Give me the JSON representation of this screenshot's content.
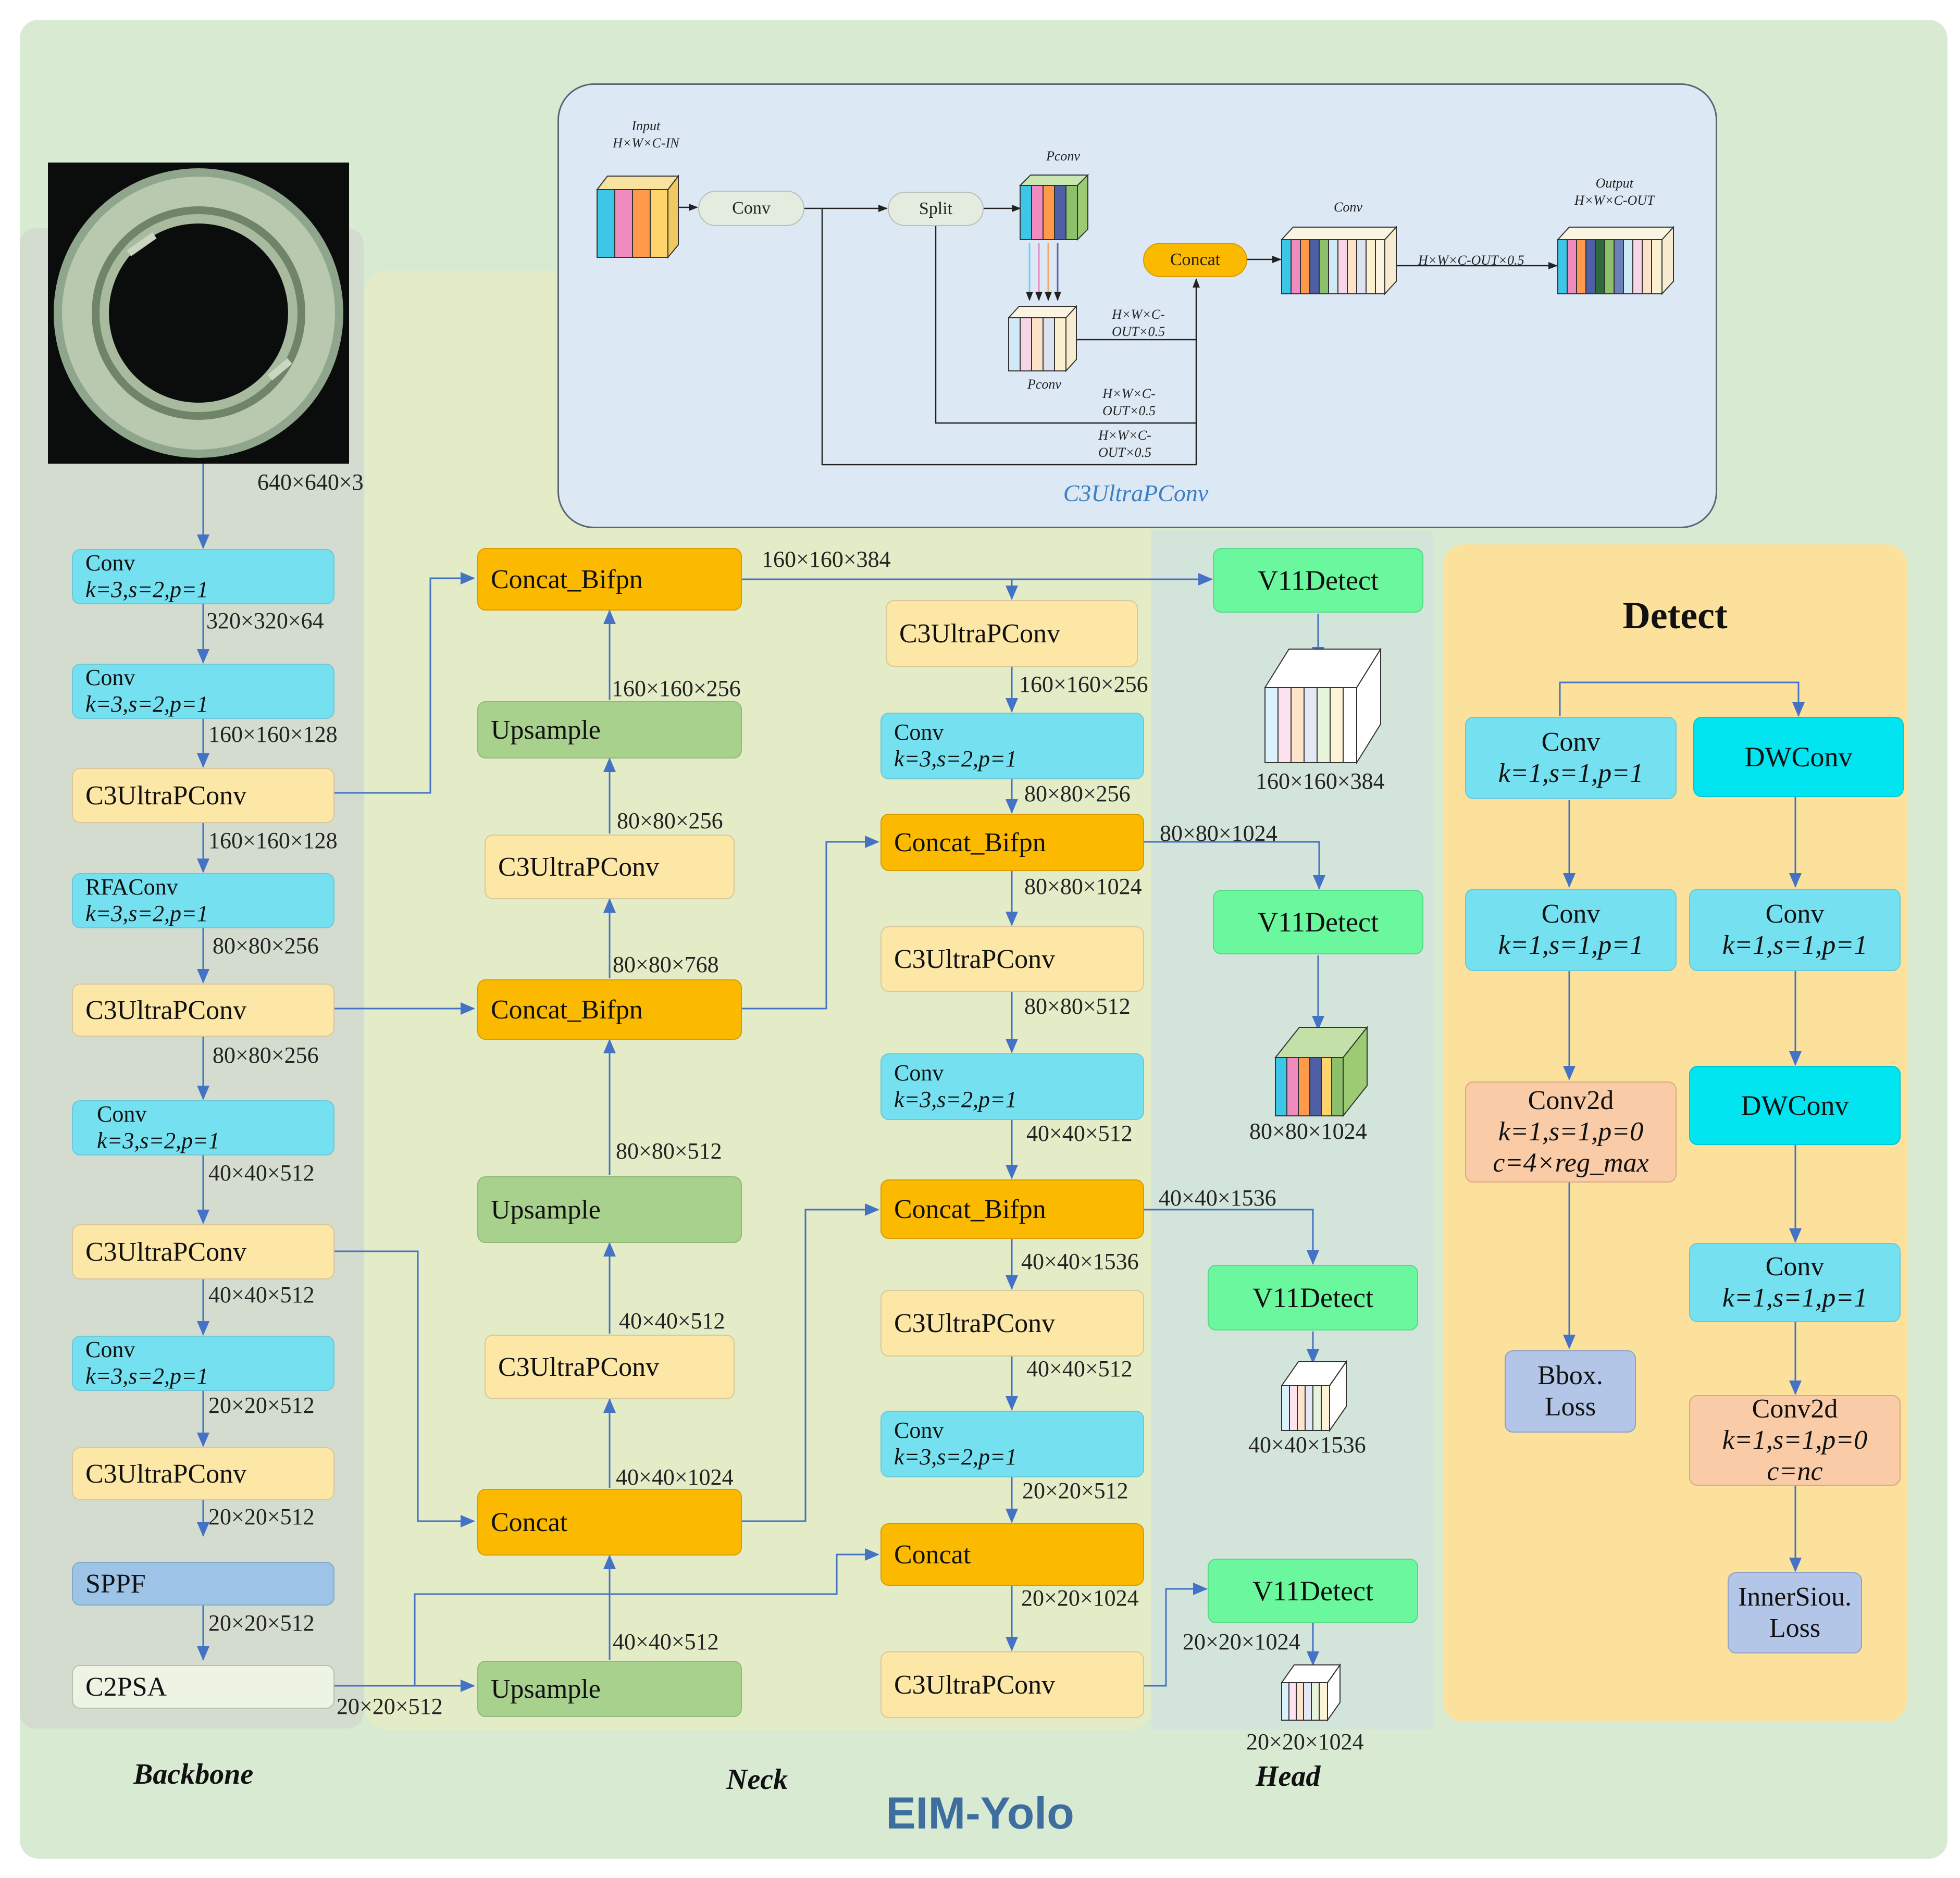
{
  "diagram_title": "EIM-Yolo",
  "sections": {
    "backbone": "Backbone",
    "neck": "Neck",
    "head": "Head",
    "detect": "Detect"
  },
  "input_dim": "640×640×3",
  "backbone": {
    "conv1": {
      "name": "Conv",
      "params": "k=3,s=2,p=1"
    },
    "d1": "320×320×64",
    "conv2": {
      "name": "Conv",
      "params": "k=3,s=2,p=1"
    },
    "d2": "160×160×128",
    "c3_1": "C3UltraPConv",
    "d3": "160×160×128",
    "rfa": {
      "name": "RFAConv",
      "params": "k=3,s=2,p=1"
    },
    "d4": "80×80×256",
    "c3_2": "C3UltraPConv",
    "d5": "80×80×256",
    "conv3": {
      "name": "Conv",
      "params": "k=3,s=2,p=1"
    },
    "d6": "40×40×512",
    "c3_3": "C3UltraPConv",
    "d7": "40×40×512",
    "conv4": {
      "name": "Conv",
      "params": "k=3,s=2,p=1"
    },
    "d8": "20×20×512",
    "c3_4": "C3UltraPConv",
    "d9": "20×20×512",
    "sppf": "SPPF",
    "d10": "20×20×512",
    "c2psa": "C2PSA",
    "d11": "20×20×512"
  },
  "neck_left": {
    "concat_bifpn_top": "Concat_Bifpn",
    "d_top": "160×160×256",
    "upsample1": "Upsample",
    "d_up1": "80×80×256",
    "c3_a": "C3UltraPConv",
    "d_c3a": "80×80×768",
    "concat_bifpn_mid": "Concat_Bifpn",
    "d_mid": "80×80×512",
    "upsample2": "Upsample",
    "d_up2": "40×40×512",
    "c3_b": "C3UltraPConv",
    "d_c3b": "40×40×1024",
    "concat": "Concat",
    "d_concat": "40×40×512",
    "upsample3": "Upsample"
  },
  "neck_right": {
    "d_top": "160×160×384",
    "c3_1": "C3UltraPConv",
    "d1": "160×160×256",
    "conv1": {
      "name": "Conv",
      "params": "k=3,s=2,p=1"
    },
    "d2": "80×80×256",
    "bifpn1": "Concat_Bifpn",
    "d3a": "80×80×1024",
    "d3": "80×80×1024",
    "c3_2": "C3UltraPConv",
    "d4": "80×80×512",
    "conv2": {
      "name": "Conv",
      "params": "k=3,s=2,p=1"
    },
    "d5": "40×40×512",
    "bifpn2": "Concat_Bifpn",
    "d6a": "40×40×1536",
    "d6": "40×40×1536",
    "c3_3": "C3UltraPConv",
    "d7": "40×40×512",
    "conv3": {
      "name": "Conv",
      "params": "k=3,s=2,p=1"
    },
    "d8": "20×20×512",
    "concat": "Concat",
    "d9": "20×20×1024",
    "c3_4": "C3UltraPConv"
  },
  "head": {
    "v1": "V11Detect",
    "o1": "160×160×384",
    "v2": "V11Detect",
    "o2": "80×80×1024",
    "v3": "V11Detect",
    "o3": "40×40×1536",
    "v4": "V11Detect",
    "d4": "20×20×1024",
    "o4": "20×20×1024"
  },
  "detect": {
    "left": {
      "conv1": {
        "name": "Conv",
        "params": "k=1,s=1,p=1"
      },
      "conv2": {
        "name": "Conv",
        "params": "k=1,s=1,p=1"
      },
      "conv2d": {
        "name": "Conv2d",
        "params": "k=1,s=1,p=0",
        "extra": "c=4×reg_max"
      },
      "loss": {
        "l1": "Bbox.",
        "l2": "Loss"
      }
    },
    "right": {
      "dwconv1": "DWConv",
      "conv1": {
        "name": "Conv",
        "params": "k=1,s=1,p=1"
      },
      "dwconv2": "DWConv",
      "conv2": {
        "name": "Conv",
        "params": "k=1,s=1,p=1"
      },
      "conv2d": {
        "name": "Conv2d",
        "params": "k=1,s=1,p=0",
        "extra": "c=nc"
      },
      "loss": {
        "l1": "InnerSiou.",
        "l2": "Loss"
      }
    }
  },
  "inset": {
    "title": "C3UltraPConv",
    "input_label": "Input",
    "input_shape": "H×W×C-IN",
    "conv": "Conv",
    "split": "Split",
    "pconv_top": "Pconv",
    "pconv_bottom": "Pconv",
    "concat": "Concat",
    "conv_label": "Conv",
    "output_label": "Output",
    "output_shape": "H×W×C-OUT",
    "arrow_label": "H×W×C-OUT×0.5",
    "branch1": [
      "H×W×C-",
      "OUT×0.5"
    ],
    "branch2": [
      "H×W×C-",
      "OUT×0.5"
    ],
    "branch3": [
      "H×W×C-",
      "OUT×0.5"
    ]
  },
  "colors": {
    "cyan": "#75e1f0",
    "peach": "#fde7a6",
    "orange": "#fbba00",
    "green": "#a9d18e",
    "v11": "#6bf79d",
    "arrow": "#4472c4",
    "title": "#3d6e9e"
  }
}
